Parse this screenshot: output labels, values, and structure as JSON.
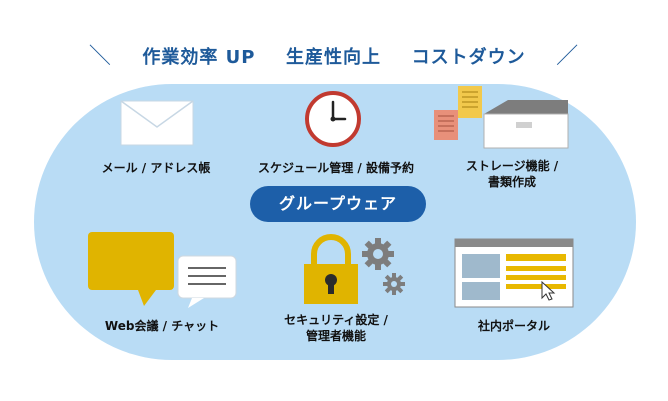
{
  "tagline": {
    "left_slash": "＼",
    "part1": "作業効率 UP",
    "part2": "生産性向上",
    "part3": "コストダウン",
    "right_slash": "／"
  },
  "center": {
    "label": "グループウェア"
  },
  "features": {
    "mail": {
      "label": "メール / アドレス帳",
      "icon": "envelope-icon"
    },
    "schedule": {
      "label": "スケジュール管理 / 設備予約",
      "icon": "clock-icon"
    },
    "storage": {
      "line1": "ストレージ機能 /",
      "line2": "書類作成",
      "icon": "storage-box-icon"
    },
    "meeting": {
      "label": "Web会議 / チャット",
      "icon": "chat-bubbles-icon"
    },
    "security": {
      "line1": "セキュリティ設定 /",
      "line2": "管理者機能",
      "icon": "padlock-gears-icon"
    },
    "portal": {
      "label": "社内ポータル",
      "icon": "browser-window-icon"
    }
  },
  "colors": {
    "background_pill": "#b9dcf5",
    "center_pill": "#1d5fa9",
    "accent_yellow": "#e8b800",
    "icon_gray": "#7d7d7d",
    "tagline": "#1e5a9a"
  }
}
